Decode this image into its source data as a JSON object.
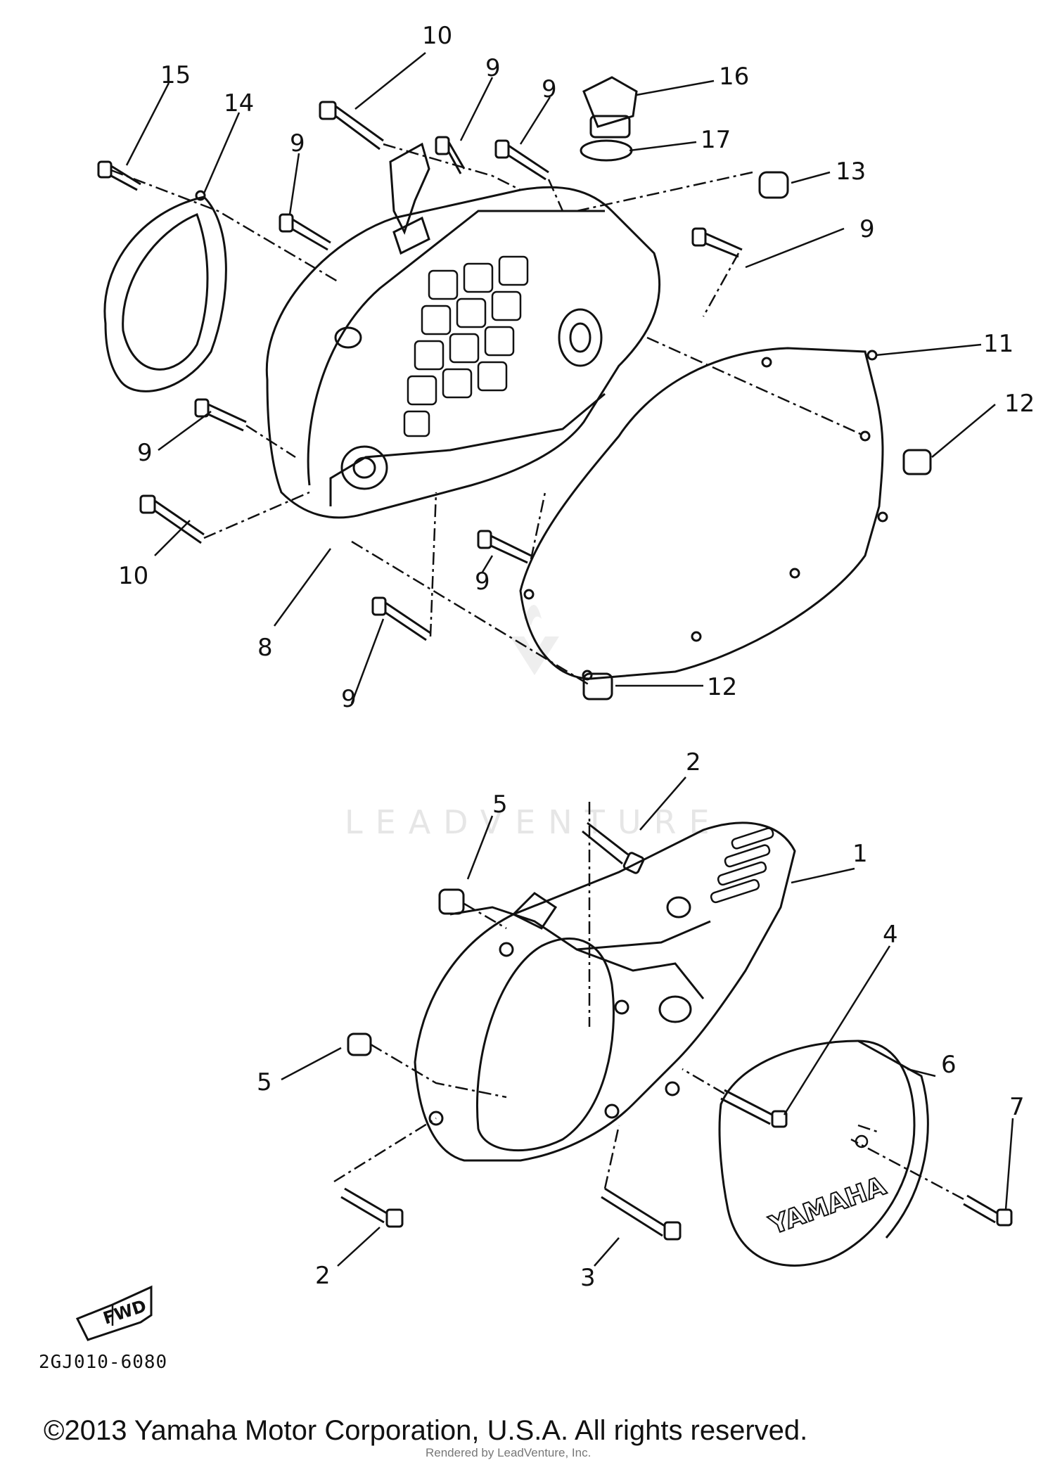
{
  "callouts": [
    {
      "key": "c10a",
      "label": "10"
    },
    {
      "key": "c15",
      "label": "15"
    },
    {
      "key": "c14",
      "label": "14"
    },
    {
      "key": "c9a",
      "label": "9"
    },
    {
      "key": "c9b",
      "label": "9"
    },
    {
      "key": "c16",
      "label": "16"
    },
    {
      "key": "c17",
      "label": "17"
    },
    {
      "key": "c13",
      "label": "13"
    },
    {
      "key": "c9c",
      "label": "9"
    },
    {
      "key": "c9d",
      "label": "9"
    },
    {
      "key": "c11",
      "label": "11"
    },
    {
      "key": "c12a",
      "label": "12"
    },
    {
      "key": "c9e",
      "label": "9"
    },
    {
      "key": "c10b",
      "label": "10"
    },
    {
      "key": "c9f",
      "label": "9"
    },
    {
      "key": "c8",
      "label": "8"
    },
    {
      "key": "c9g",
      "label": "9"
    },
    {
      "key": "c12b",
      "label": "12"
    },
    {
      "key": "c2a",
      "label": "2"
    },
    {
      "key": "c5a",
      "label": "5"
    },
    {
      "key": "c1",
      "label": "1"
    },
    {
      "key": "c4",
      "label": "4"
    },
    {
      "key": "c6",
      "label": "6"
    },
    {
      "key": "c5b",
      "label": "5"
    },
    {
      "key": "c7",
      "label": "7"
    },
    {
      "key": "c2b",
      "label": "2"
    },
    {
      "key": "c3",
      "label": "3"
    }
  ],
  "fwd_label": "FWD",
  "brand_on_cover": "YAMAHA",
  "watermark": "LEADVENTURE",
  "part_number": "2GJ010-6080",
  "copyright": "©2013 Yamaha Motor Corporation, U.S.A. All rights reserved.",
  "rendered_by": "Rendered by LeadVenture, Inc."
}
